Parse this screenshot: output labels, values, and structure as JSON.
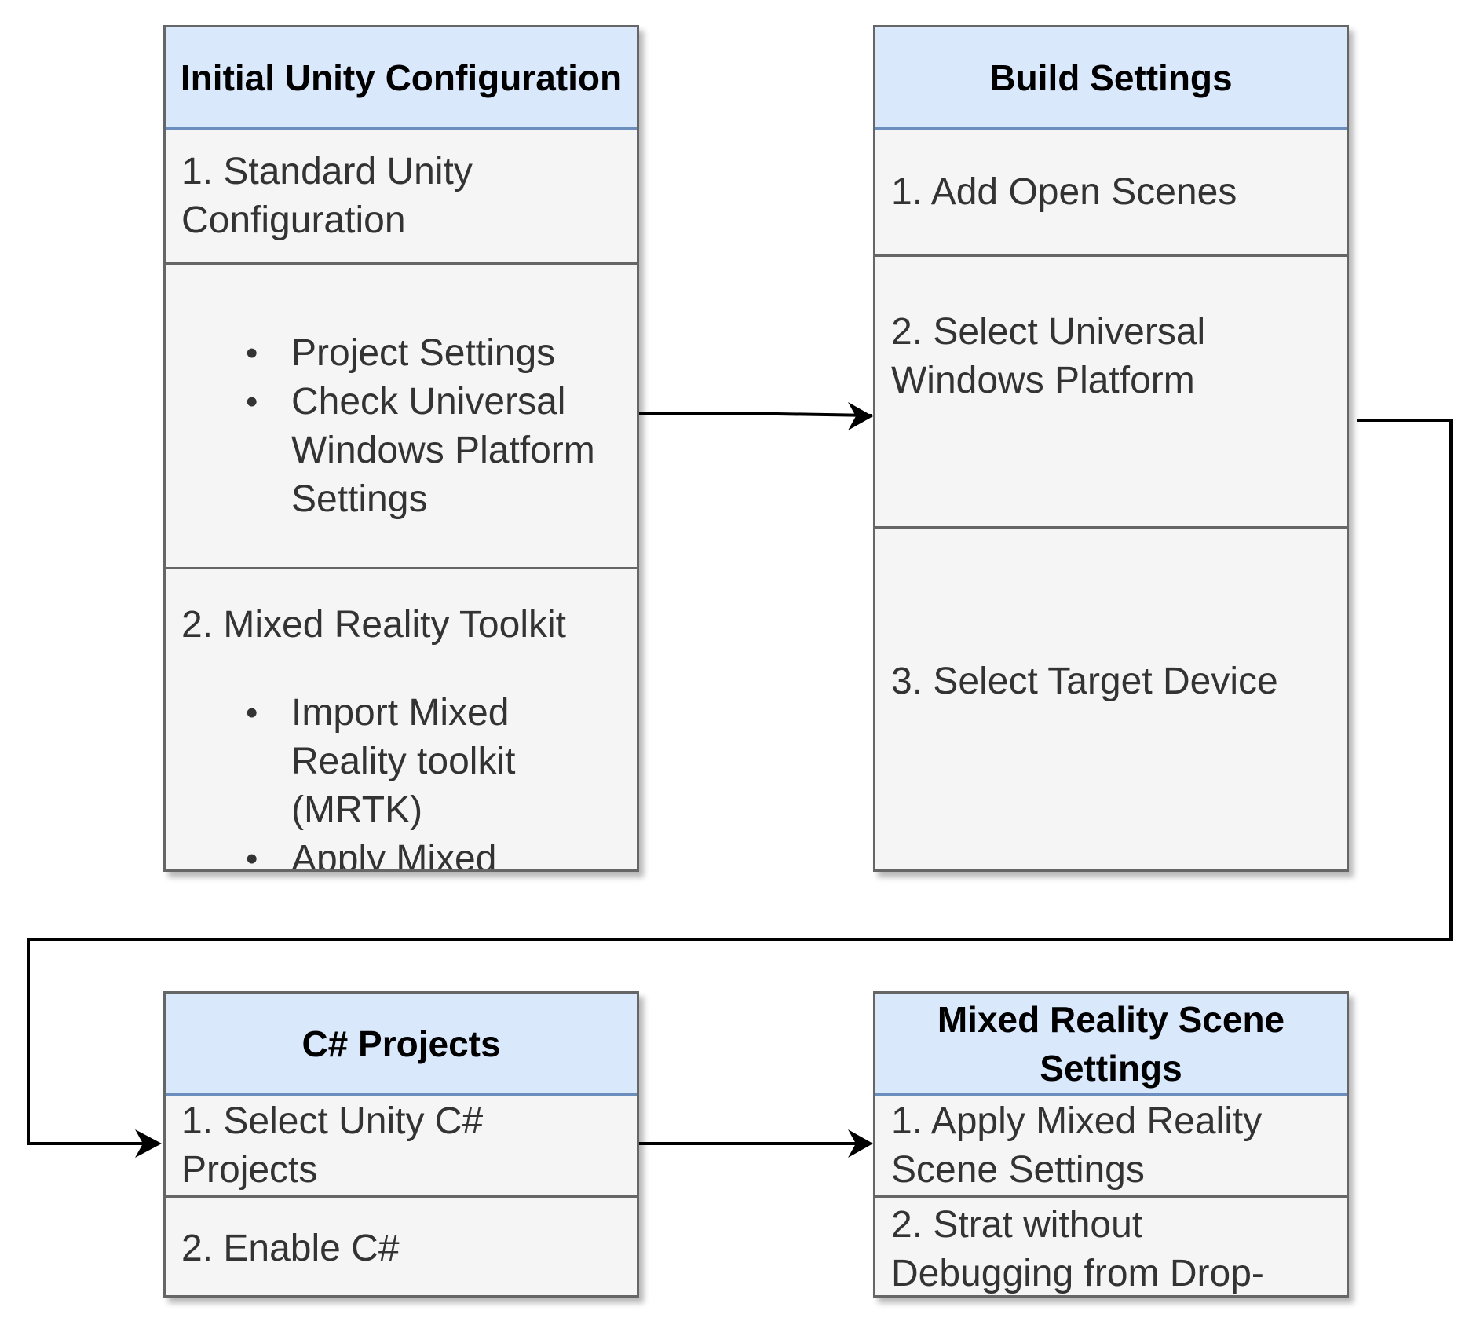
{
  "boxes": {
    "initial_config": {
      "title": "Initial Unity Configuration",
      "item1": "1. Standard Unity Configuration",
      "item1_bullets": [
        "Project Settings",
        "Check Universal Windows Platform Settings"
      ],
      "item2": "2. Mixed Reality Toolkit",
      "item2_bullets": [
        "Import Mixed Reality toolkit (MRTK)",
        "Apply Mixed Reality Toolkit"
      ]
    },
    "build_settings": {
      "title": "Build Settings",
      "item1": "1. Add Open Scenes",
      "item2": "2. Select Universal Windows Platform",
      "item3": "3. Select Target Device"
    },
    "csharp_projects": {
      "title": "C# Projects",
      "item1": "1. Select Unity C# Projects",
      "item2": "2. Enable C#"
    },
    "mr_scene_settings": {
      "title": "Mixed Reality Scene Settings",
      "item1": "1. Apply Mixed Reality Scene Settings",
      "item2": "2. Strat without Debugging from Drop-"
    }
  },
  "colors": {
    "header_fill": "#dae8fc",
    "header_border": "#6c8ebf",
    "body_fill": "#f5f5f5",
    "border": "#666666",
    "arrow": "#000000"
  }
}
